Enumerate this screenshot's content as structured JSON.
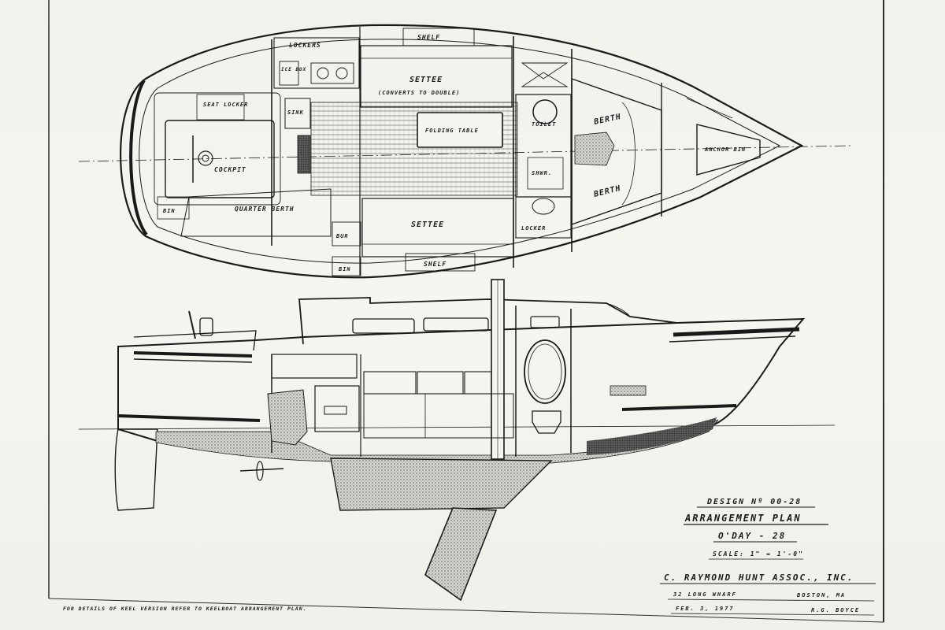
{
  "drawing": {
    "colors": {
      "paper": "#f6f4ef",
      "ink": "#1a1a1a",
      "stipple": "#8c8c8c",
      "border_dark": "#2b2b2b"
    },
    "plan_labels": {
      "lockers_top": "LOCKERS",
      "shelf_top": "SHELF",
      "ice_box": "ICE BOX",
      "sink": "SINK",
      "settee_top": "SETTEE",
      "settee_top_note": "(CONVERTS TO DOUBLE)",
      "seat_locker": "SEAT LOCKER",
      "cockpit": "COCKPIT",
      "folding_table": "FOLDING TABLE",
      "toilet": "TOILET",
      "berth_top": "BERTH",
      "berth_bottom": "BERTH",
      "anchor_bin": "ANCHOR BIN",
      "shwr": "SHWR.",
      "bin_left": "BIN",
      "quarter_berth": "QUARTER BERTH",
      "settee_bottom": "SETTEE",
      "locker_bottom": "LOCKER",
      "shelf_bottom": "SHELF",
      "bur": "BUR",
      "bin_bottom": "BIN"
    },
    "title_block": {
      "design_no": "DESIGN Nº 00-28",
      "title": "ARRANGEMENT PLAN",
      "boat": "O'DAY - 28",
      "scale": "SCALE: 1\" = 1'-0\"",
      "firm": "C. RAYMOND HUNT ASSOC., INC.",
      "address": "32 LONG WHARF",
      "city": "BOSTON, MA",
      "date": "FEB. 3, 1977",
      "drafter": "R.G. BOYCE"
    },
    "footnote": "FOR DETAILS OF KEEL VERSION REFER TO KEELBOAT ARRANGEMENT PLAN."
  }
}
